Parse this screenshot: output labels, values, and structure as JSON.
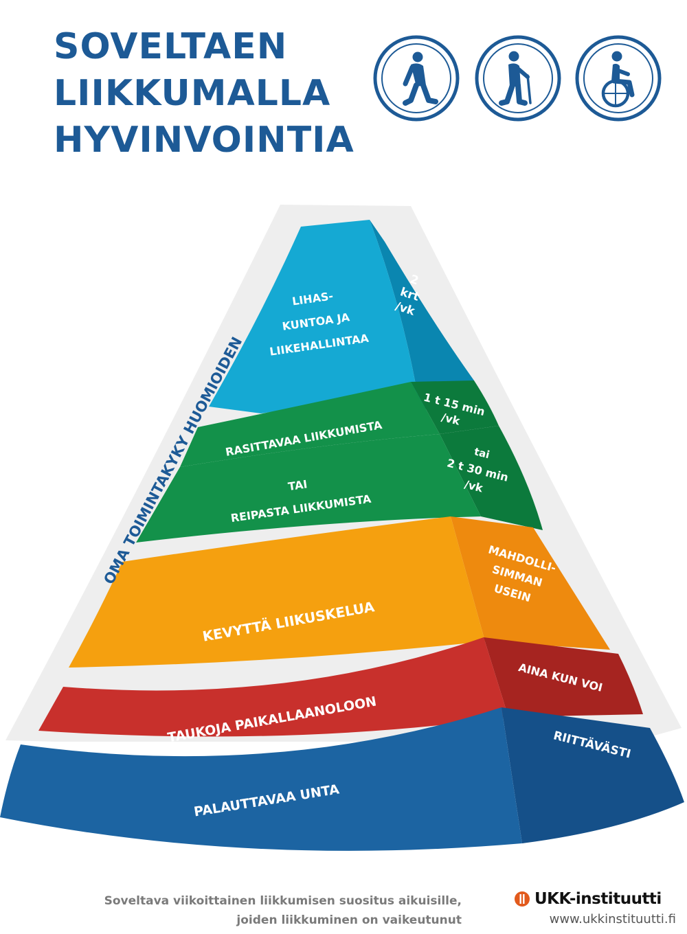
{
  "header": {
    "title_lines": [
      "SOVELTAEN",
      "LIIKKUMALLA",
      "HYVINVOINTIA"
    ]
  },
  "icons": [
    "walking-person-icon",
    "person-with-cane-icon",
    "wheelchair-user-icon"
  ],
  "pyramid": {
    "side_label": "OMA TOIMINTAKYKY HUOMIOIDEN",
    "layers": [
      {
        "id": "muscle",
        "color": "#15a9d3",
        "main_lines": [
          "LIHAS-",
          "KUNTOA JA",
          "LIIKEHALLINTAA"
        ],
        "side_lines": [
          "2",
          "krt",
          "/vk"
        ]
      },
      {
        "id": "vigorous",
        "color": "#13914a",
        "main_line": "RASITTAVAA LIIKKUMISTA",
        "side_lines": [
          "1 t 15 min",
          "/vk"
        ]
      },
      {
        "id": "brisk",
        "color": "#13914a",
        "main_lines": [
          "TAI",
          "REIPASTA LIIKKUMISTA"
        ],
        "side_lines": [
          "tai",
          "2 t 30 min",
          "/vk"
        ]
      },
      {
        "id": "light",
        "color": "#f5a00f",
        "main_line": "KEVYTTÄ LIIKUSKELUA",
        "side_lines": [
          "MAHDOLLI-",
          "SIMMAN",
          "USEIN"
        ]
      },
      {
        "id": "breaks",
        "color": "#c8302c",
        "main_line": "TAUKOJA PAIKALLAANOLOON",
        "side_line": "AINA KUN VOI"
      },
      {
        "id": "sleep",
        "color": "#1c64a2",
        "main_line": "PALAUTTAVAA UNTA",
        "side_line": "RIITTÄVÄSTI"
      }
    ]
  },
  "footer": {
    "description_lines": [
      "Soveltava viikoittainen liikkumisen suositus aikuisille,",
      "joiden liikkuminen on vaikeutunut"
    ],
    "brand_name": "UKK-instituutti",
    "brand_url": "www.ukkinstituutti.fi"
  }
}
